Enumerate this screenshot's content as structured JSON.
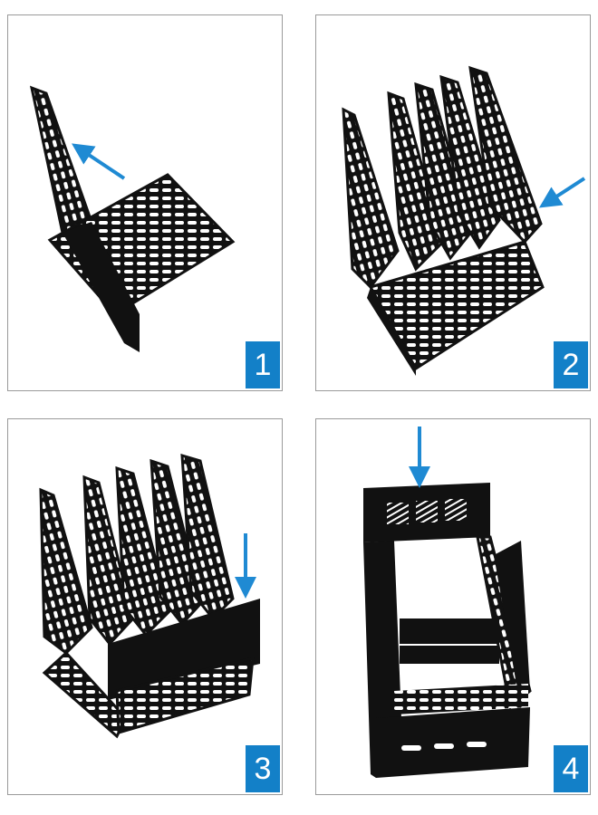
{
  "colors": {
    "organizer": "#111111",
    "arrow": "#1f8ad3",
    "badge": "#1380c8",
    "border": "#9a9a9a"
  },
  "panels": [
    {
      "step": "1",
      "arrow_icon": "arrow-down-left-icon"
    },
    {
      "step": "2",
      "arrow_icon": "arrow-down-left-icon"
    },
    {
      "step": "3",
      "arrow_icon": "arrow-down-icon"
    },
    {
      "step": "4",
      "arrow_icon": "arrow-down-icon"
    }
  ]
}
